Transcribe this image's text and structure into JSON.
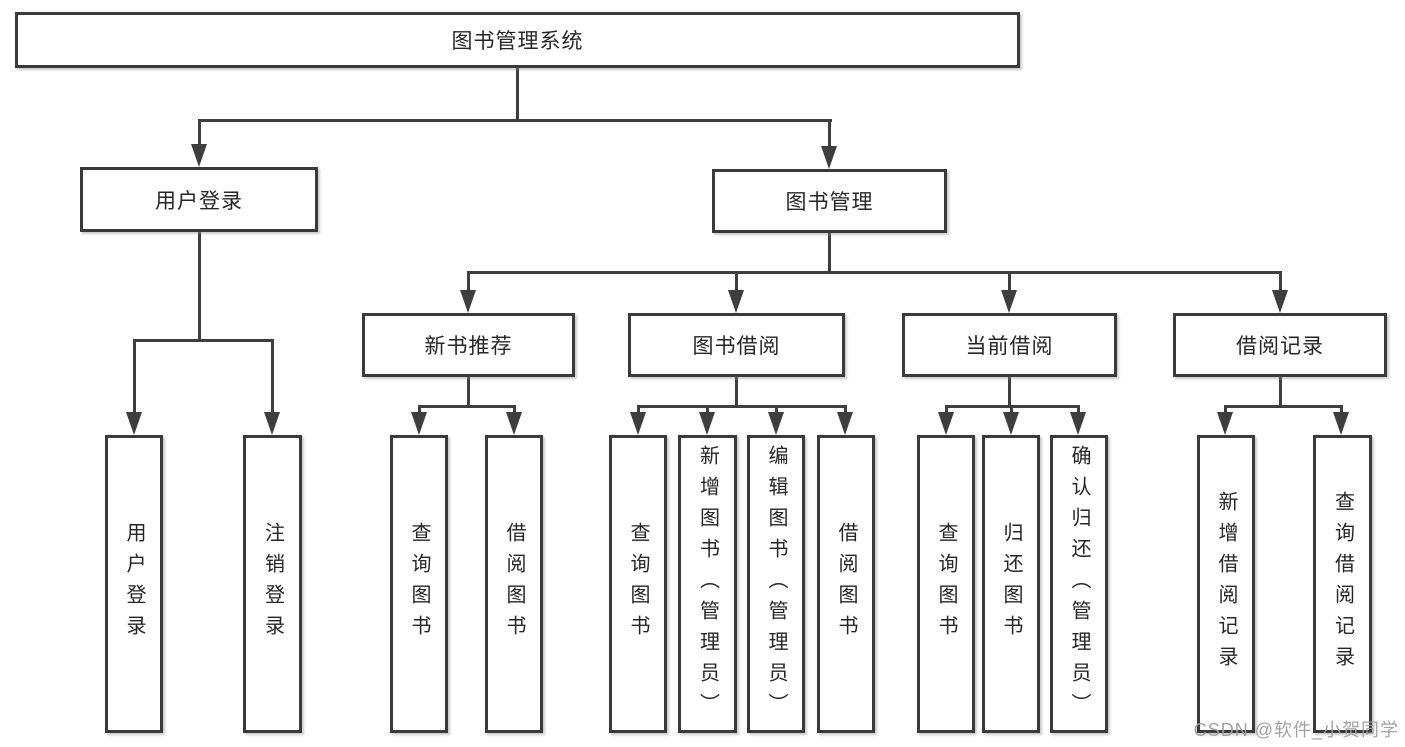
{
  "palette": {
    "line": "#3e3e3e",
    "border": "#3a3a3a",
    "text": "#262626",
    "box_bg": "#ffffff",
    "watermark_gray": "#9e9e9e"
  },
  "tree": {
    "root": {
      "label": "图书管理系统"
    },
    "branches": [
      {
        "label": "用户登录",
        "leaves": [
          "用户登录",
          "注销登录"
        ]
      },
      {
        "label": "图书管理",
        "groups": [
          {
            "label": "新书推荐",
            "leaves": [
              "查询图书",
              "借阅图书"
            ]
          },
          {
            "label": "图书借阅",
            "leaves": [
              "查询图书",
              "新增图书（管理员）",
              "编辑图书（管理员）",
              "借阅图书"
            ]
          },
          {
            "label": "当前借阅",
            "leaves": [
              "查询图书",
              "归还图书",
              "确认归还（管理员）"
            ]
          },
          {
            "label": "借阅记录",
            "leaves": [
              "新增借阅记录",
              "查询借阅记录"
            ]
          }
        ]
      }
    ]
  },
  "watermark": {
    "text": "CSDN @软件_小贺同学"
  }
}
